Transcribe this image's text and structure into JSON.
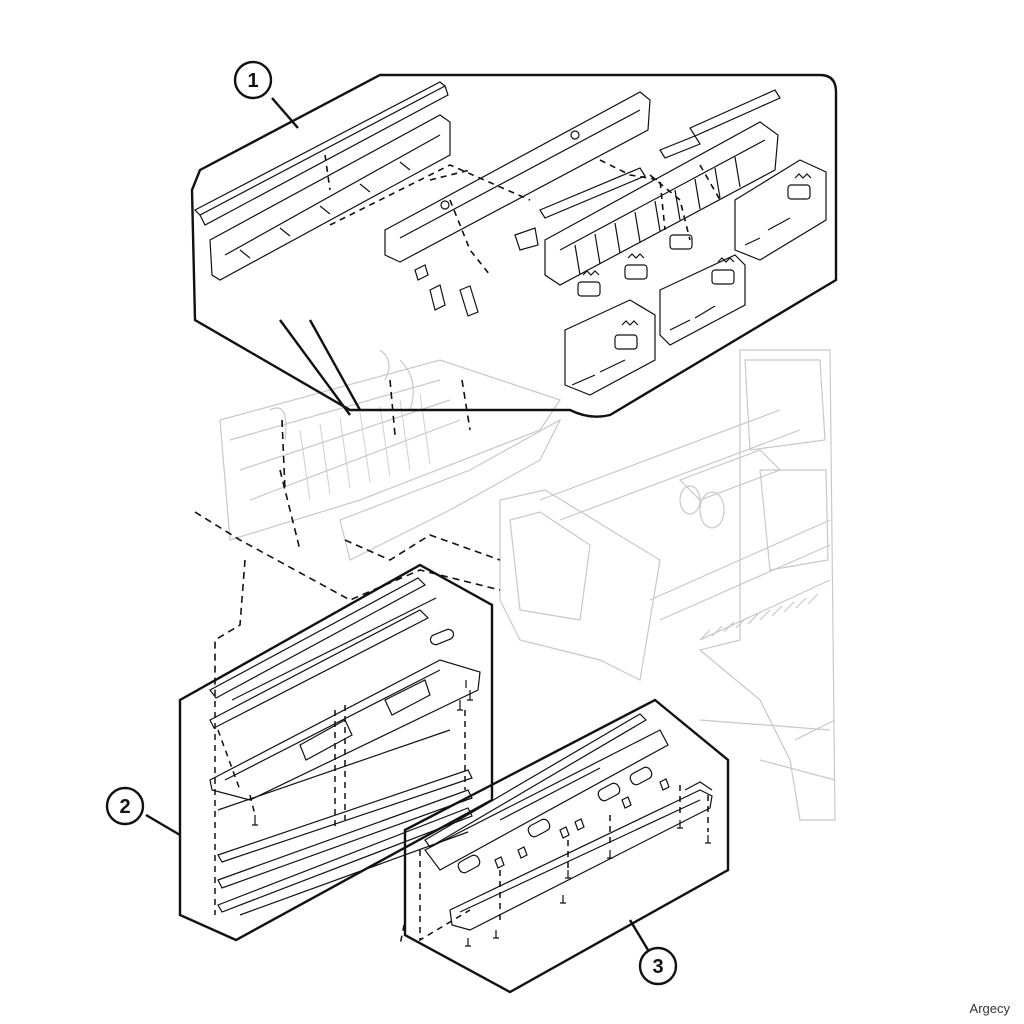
{
  "callouts": [
    {
      "id": "1",
      "label": "1"
    },
    {
      "id": "2",
      "label": "2"
    },
    {
      "id": "3",
      "label": "3"
    }
  ],
  "watermark": "Argecy",
  "colors": {
    "outline": "#111111",
    "faded": "#c8c8c8",
    "background": "#ffffff"
  }
}
